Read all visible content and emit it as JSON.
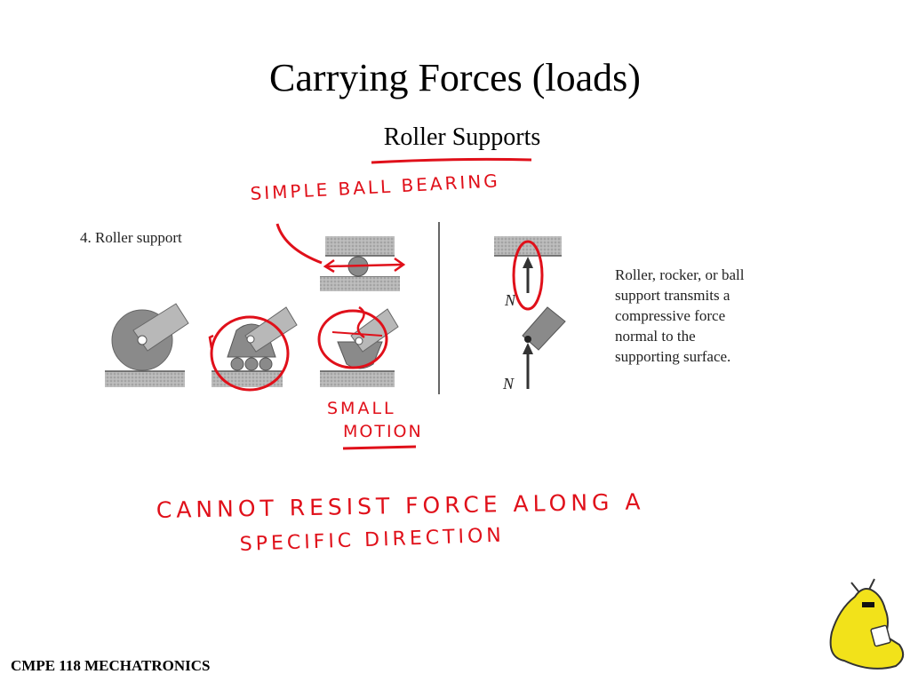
{
  "slide": {
    "title": "Carrying Forces (loads)",
    "subtitle": "Roller Supports",
    "footer": "CMPE 118 MECHATRONICS"
  },
  "figure": {
    "caption": "4. Roller support",
    "force_label_top": "N",
    "force_label_bottom": "N",
    "description_lines": [
      "Roller, rocker, or ball",
      "support transmits a",
      "compressive force",
      "normal to the",
      "supporting surface."
    ]
  },
  "annotations": {
    "ball_bearing": "SIMPLE BALL BEARING",
    "small_motion_1": "SMALL",
    "small_motion_2": "MOTION",
    "cannot_resist_1": "CANNOT RESIST FORCE ALONG A",
    "cannot_resist_2": "SPECIFIC DIRECTION"
  },
  "colors": {
    "ink": "#e0101a",
    "ground": "#b0b0b0",
    "part": "#8a8a8a"
  },
  "icons": [
    "mascot-slug-icon"
  ]
}
